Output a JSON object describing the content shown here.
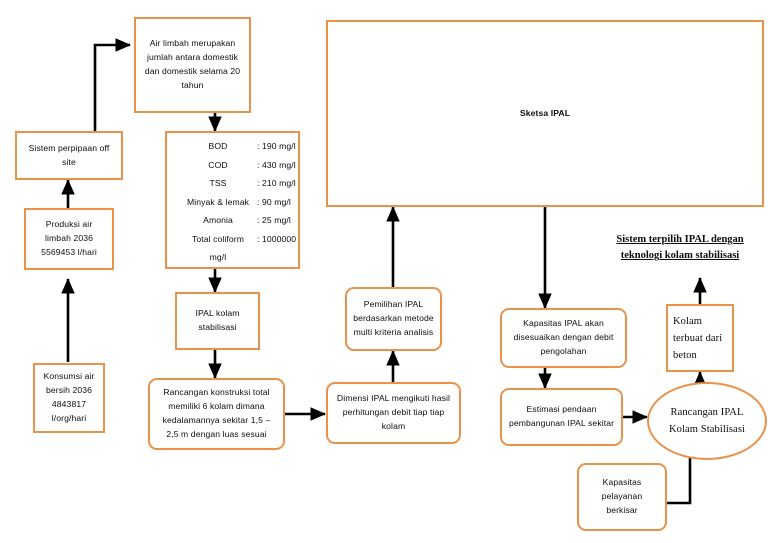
{
  "diagram": {
    "title": "Flowchart Perencanaan IPAL Kolam Stabilisasi",
    "accent_color": "#E8924A",
    "arrow_color": "#000000",
    "background": "#ffffff"
  },
  "nodes": {
    "konsumsi_air": "Konsumsi air bersih 2036 4843817 l/org/hari",
    "produksi_air": "Produksi air limbah 2036 5569453 l/hari",
    "sistem_perpipaan": "Sistem perpipaan off site",
    "air_limbah": "Air limbah merupakan jumlah antara domestik dan domestik selama 20 tahun",
    "ipal_kolam": "IPAL kolam stabilisasi",
    "rancangan_konstruksi": "Rancangan konstruksi total memiliki 6 kolam dimana kedalamannya sekitar 1,5 – 2,5 m dengan luas sesuai",
    "pemilihan_ipal": "Pemilihan IPAL berdasarkan metode multi kriteria analisis",
    "dimensi_ipal": "Dimensi IPAL mengikuti hasil perhitungan debit tiap tiap kolam",
    "sketsa_ipal": "Sketsa IPAL",
    "kapasitas_ipal": "Kapasitas IPAL akan disesuaikan dengan debit pengolahan",
    "estimasi_pendanaan": "Estimasi pendaan pembangunan IPAL sekitar",
    "kolam_beton": "Kolam terbuat dari beton",
    "rancangan_ipal_kolam": "Rancangan IPAL Kolam Stabilisasi",
    "kapasitas_pelayanan": "Kapasitas pelayanan berkisar",
    "heading_sistem_terpilih": "Sistem terpilih IPAL dengan teknologi kolam stabilisasi"
  },
  "parameters": {
    "rows": [
      {
        "name": "BOD",
        "value": ": 190 mg/l"
      },
      {
        "name": "COD",
        "value": ": 430 mg/l"
      },
      {
        "name": "TSS",
        "value": ": 210 mg/l"
      },
      {
        "name": "Minyak & lemak",
        "value": ": 90 mg/l"
      },
      {
        "name": "Amonia",
        "value": ": 25 mg/l"
      },
      {
        "name": "Total coliform",
        "value": ": 1000000"
      },
      {
        "name": "mg/l",
        "value": ""
      }
    ]
  }
}
